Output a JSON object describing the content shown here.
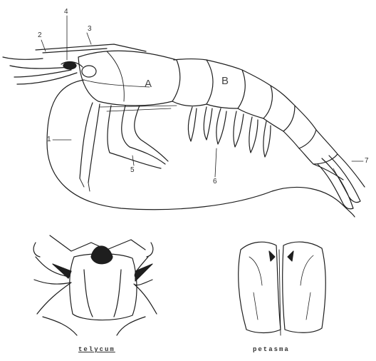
{
  "labels": {
    "n1": "1",
    "n2": "2",
    "n3": "3",
    "n4": "4",
    "n5": "5",
    "n6": "6",
    "n7": "7",
    "a": "A",
    "b": "B"
  },
  "captions": {
    "left": "telycum",
    "right": "petasma"
  },
  "colors": {
    "ink": "#1e1e1e",
    "paper": "#ffffff"
  }
}
